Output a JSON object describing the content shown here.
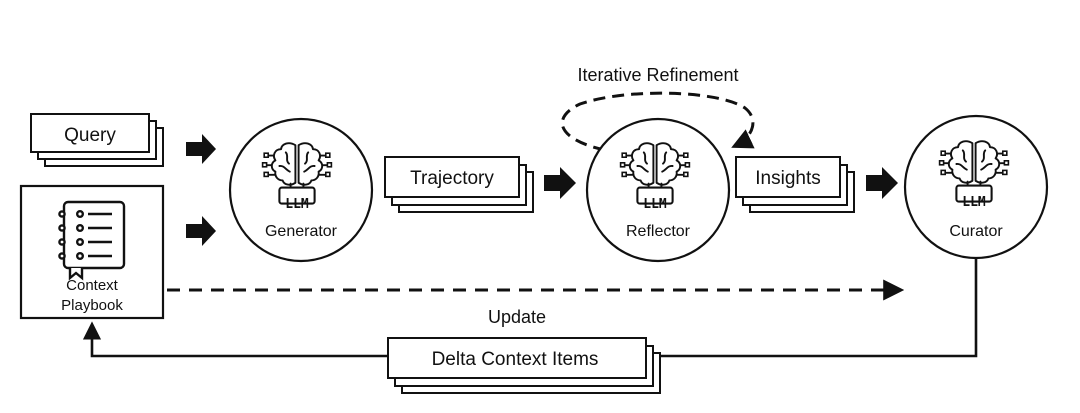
{
  "inputs": {
    "query": "Query",
    "playbook_line1": "Context",
    "playbook_line2": "Playbook"
  },
  "stages": {
    "generator": {
      "badge": "LLM",
      "label": "Generator"
    },
    "reflector": {
      "badge": "LLM",
      "label": "Reflector"
    },
    "curator": {
      "badge": "LLM",
      "label": "Curator"
    }
  },
  "artifacts": {
    "trajectory": "Trajectory",
    "insights": "Insights",
    "delta_items": "Delta Context Items"
  },
  "annotations": {
    "iterative_refinement": "Iterative Refinement",
    "update": "Update"
  },
  "colors": {
    "stroke": "#111111",
    "fill": "#ffffff",
    "arrow": "#111111"
  }
}
